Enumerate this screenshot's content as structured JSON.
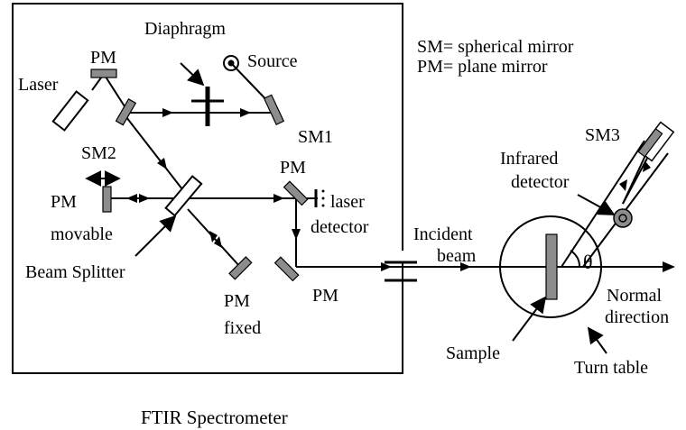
{
  "legend": {
    "sm_line": "SM= spherical mirror",
    "pm_line": "PM=  plane mirror"
  },
  "labels": {
    "diaphragm": "Diaphragm",
    "source": "Source",
    "laser": "Laser",
    "pm_top": "PM",
    "sm1": "SM1",
    "sm2": "SM2",
    "pm_movable_1": "PM",
    "pm_movable_2": "movable",
    "beam_splitter": "Beam Splitter",
    "pm_fixed_1": "PM",
    "pm_fixed_2": "fixed",
    "pm_right_top": "PM",
    "laser_detector_1": "laser",
    "laser_detector_2": "detector",
    "pm_right_bottom": "PM",
    "incident_1": "Incident",
    "incident_2": "beam",
    "sm3": "SM3",
    "ir_detector_1": "Infrared",
    "ir_detector_2": "detector",
    "theta": "θ",
    "normal_1": "Normal",
    "normal_2": "direction",
    "sample": "Sample",
    "turn_table": "Turn table",
    "caption": "FTIR Spectrometer"
  }
}
